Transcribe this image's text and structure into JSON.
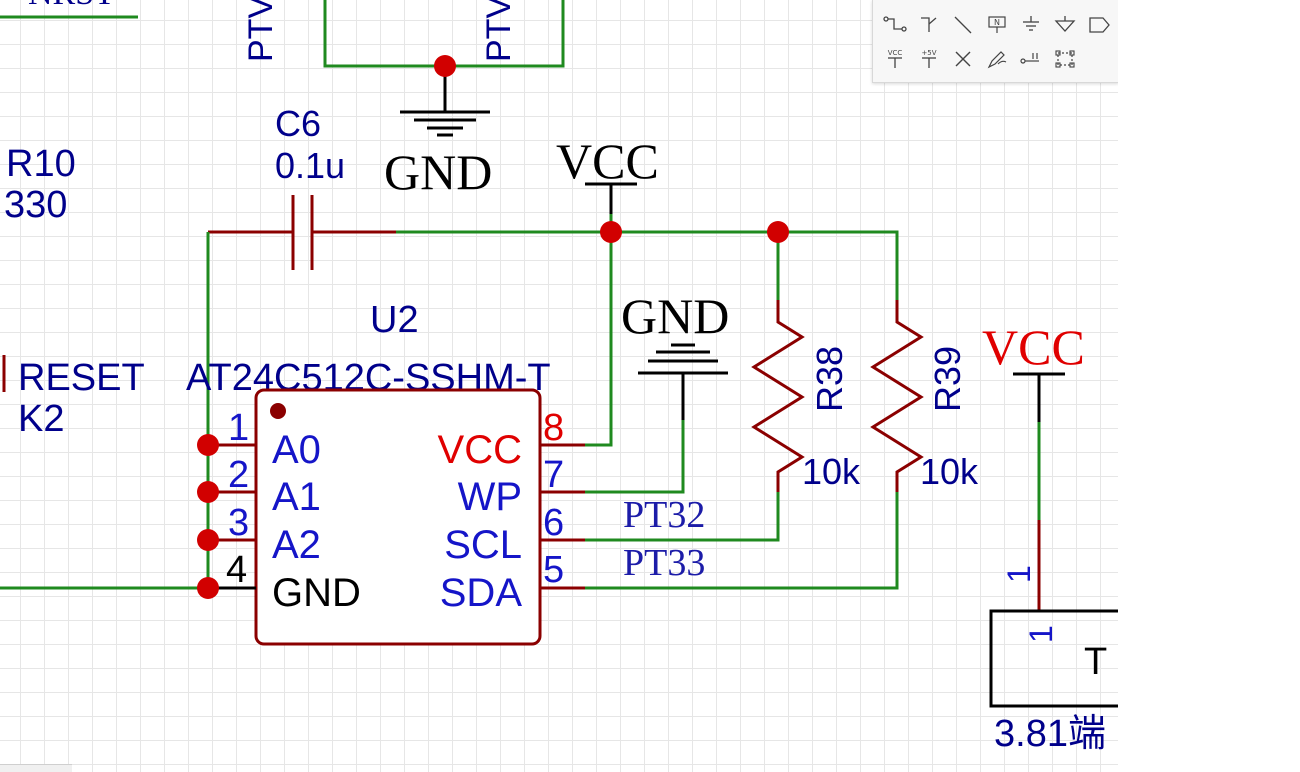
{
  "colors": {
    "wire": "#1f8a1f",
    "pin": "#8b0000",
    "junction": "#d10000",
    "designator": "#00008b",
    "pin_number": "#1515c8",
    "vcc_pin_label": "#e00000",
    "net_label": "#1c1ca8",
    "grid": "#e6e6e6"
  },
  "labels": {
    "nrst_partial": "NRST",
    "ptv_left": "PTV",
    "ptv_right": "PTV",
    "r10_name": "R10",
    "r10_value": "330",
    "c6_name": "C6",
    "c6_value": "0.1u",
    "gnd_top": "GND",
    "vcc_top": "VCC",
    "gnd_mid": "GND",
    "vcc_right": "VCC",
    "u2_name": "U2",
    "u2_part": "AT24C512C-SSHM-T",
    "reset_label": "RESET",
    "k2_label": "K2",
    "r38_name": "R38",
    "r38_value": "10k",
    "r39_name": "R39",
    "r39_value": "10k",
    "net_pt32": "PT32",
    "net_pt33": "PT33",
    "conn_pin_outer": "1",
    "conn_pin_inner": "1",
    "conn_name_partial": "T",
    "conn_value_partial": "3.81端"
  },
  "ic": {
    "left_pins": [
      {
        "num": "1",
        "name": "A0"
      },
      {
        "num": "2",
        "name": "A1"
      },
      {
        "num": "3",
        "name": "A2"
      },
      {
        "num": "4",
        "name": "GND"
      }
    ],
    "right_pins": [
      {
        "num": "8",
        "name": "VCC"
      },
      {
        "num": "7",
        "name": "WP"
      },
      {
        "num": "6",
        "name": "SCL"
      },
      {
        "num": "5",
        "name": "SDA"
      }
    ]
  },
  "toolbar": {
    "row1": [
      "wire-icon",
      "bus-entry-icon",
      "line-icon",
      "net-label-icon",
      "ground-icon",
      "gnd-triangle-icon",
      "net-port-icon"
    ],
    "row2": [
      "vcc-icon",
      "plus5v-icon",
      "no-connect-icon",
      "pen-icon",
      "pin-icon",
      "select-box-icon"
    ],
    "vcc_text": "VCC",
    "plus5v_text": "+5V",
    "net_label_text": "N"
  }
}
